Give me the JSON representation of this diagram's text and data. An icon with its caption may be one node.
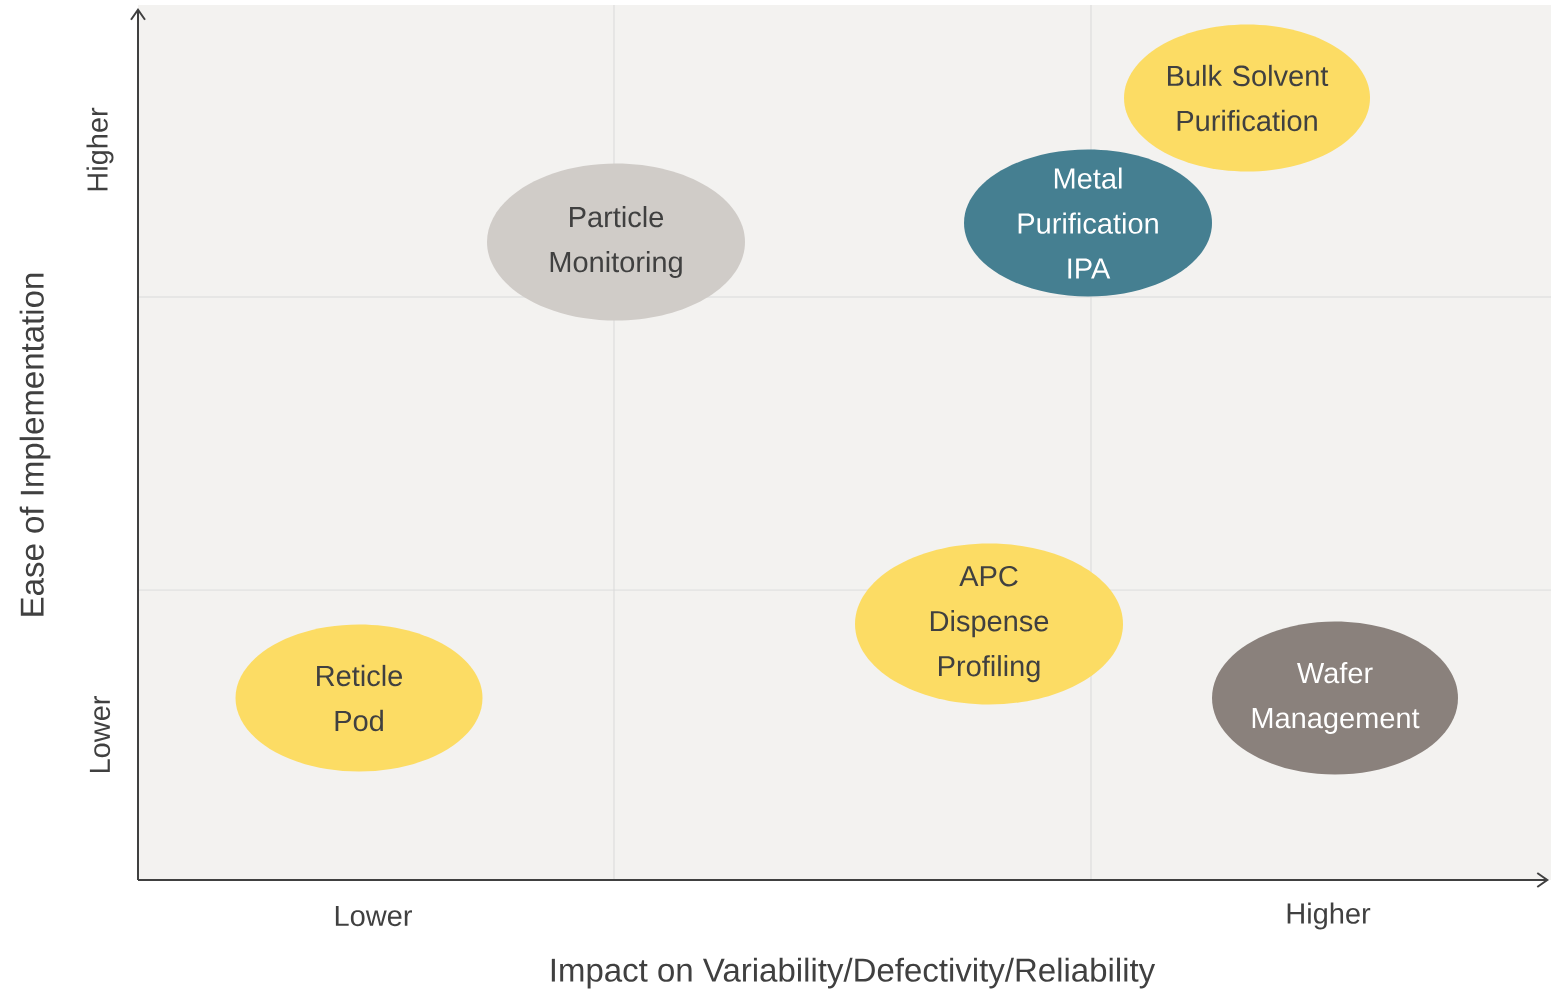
{
  "diagram": {
    "nodes": [
      {
        "text": [
          "Bulk Solvent Purification"
        ]
      },
      {
        "text": [
          "Metal Purification IPA"
        ]
      },
      {
        "text": [
          "Particle Monitoring"
        ]
      },
      {
        "text": [
          "APC Dispense Profiling"
        ]
      },
      {
        "text": [
          "Reticle Pod"
        ]
      },
      {
        "text": [
          "Wafer Management"
        ]
      }
    ],
    "labels": [
      "Higher",
      "Lower",
      "Ease of Implementation",
      "Lower",
      "Higher",
      "Impact on Variability/Defectivity/Reliability"
    ]
  }
}
